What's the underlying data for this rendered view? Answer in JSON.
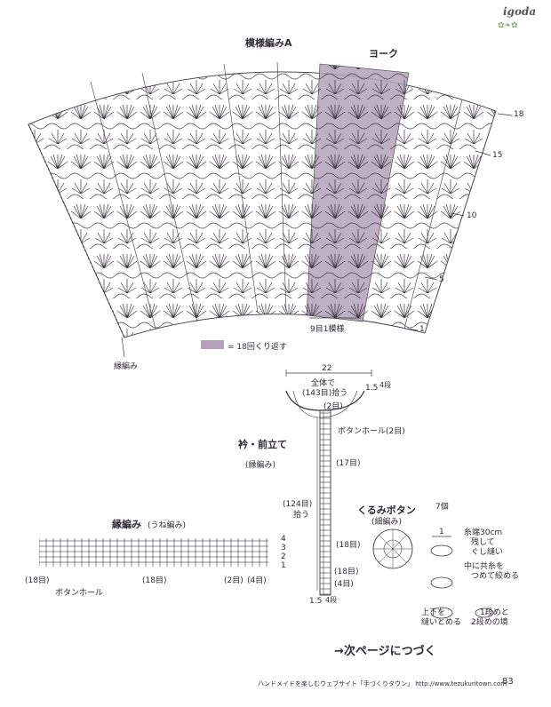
{
  "header": {
    "brand": "igoda"
  },
  "yoke_chart": {
    "title": "模様編みA",
    "yoke_label": "ヨーク",
    "repeat_label": "9目1模様",
    "legend_text": "= 18回くり返す",
    "edge_label": "縁編み",
    "row_numbers": [
      "18",
      "15",
      "10",
      "5",
      "1"
    ],
    "colors": {
      "highlight": "#b3a2b9",
      "stitch": "#3c3640"
    }
  },
  "collar": {
    "title": "衿・前立て",
    "subtitle": "(縁編み)",
    "width": "22",
    "total_line1": "全体で",
    "total_line2": "(143目)拾う",
    "top_edge_cm": "1.5",
    "top_rows": "4段",
    "top_stitches": "(2目)",
    "buttonhole": "ボタンホール(2目)",
    "label_17": "(17目)",
    "pickup_line1": "(124目)",
    "pickup_line2": "拾う",
    "label_18a": "(18目)",
    "label_18b": "(18目)",
    "label_4": "(4目)",
    "bottom_edge_cm": "1.5",
    "bottom_rows": "4段"
  },
  "edging": {
    "title": "縁編み",
    "title_paren": "(うね編み)",
    "rows": [
      "4",
      "3",
      "2",
      "1"
    ],
    "count_a": "(18目)",
    "count_b": "(18目)",
    "count_c": "(2目)",
    "count_d": "(4目)",
    "buttonhole": "ボタンホール"
  },
  "button": {
    "title": "くるみボタン",
    "subtitle": "(細編み)",
    "qty": "7個",
    "size": "1",
    "step1_line1": "糸端30cm",
    "step1_line2": "残して",
    "step1_line3": "ぐし縫い",
    "step2_line1": "中に共糸を",
    "step2_line2": "つめて絞める",
    "step3_line1": "上下を",
    "step3_line2": "縫いとめる",
    "step4_line1": "1段めと",
    "step4_line2": "2段めの境"
  },
  "footer": {
    "continue": "→次ページにつづく",
    "site": "ハンドメイドを楽しむウェブサイト「手づくりタウン」 http://www.tezukuritown.com",
    "page": "83"
  }
}
